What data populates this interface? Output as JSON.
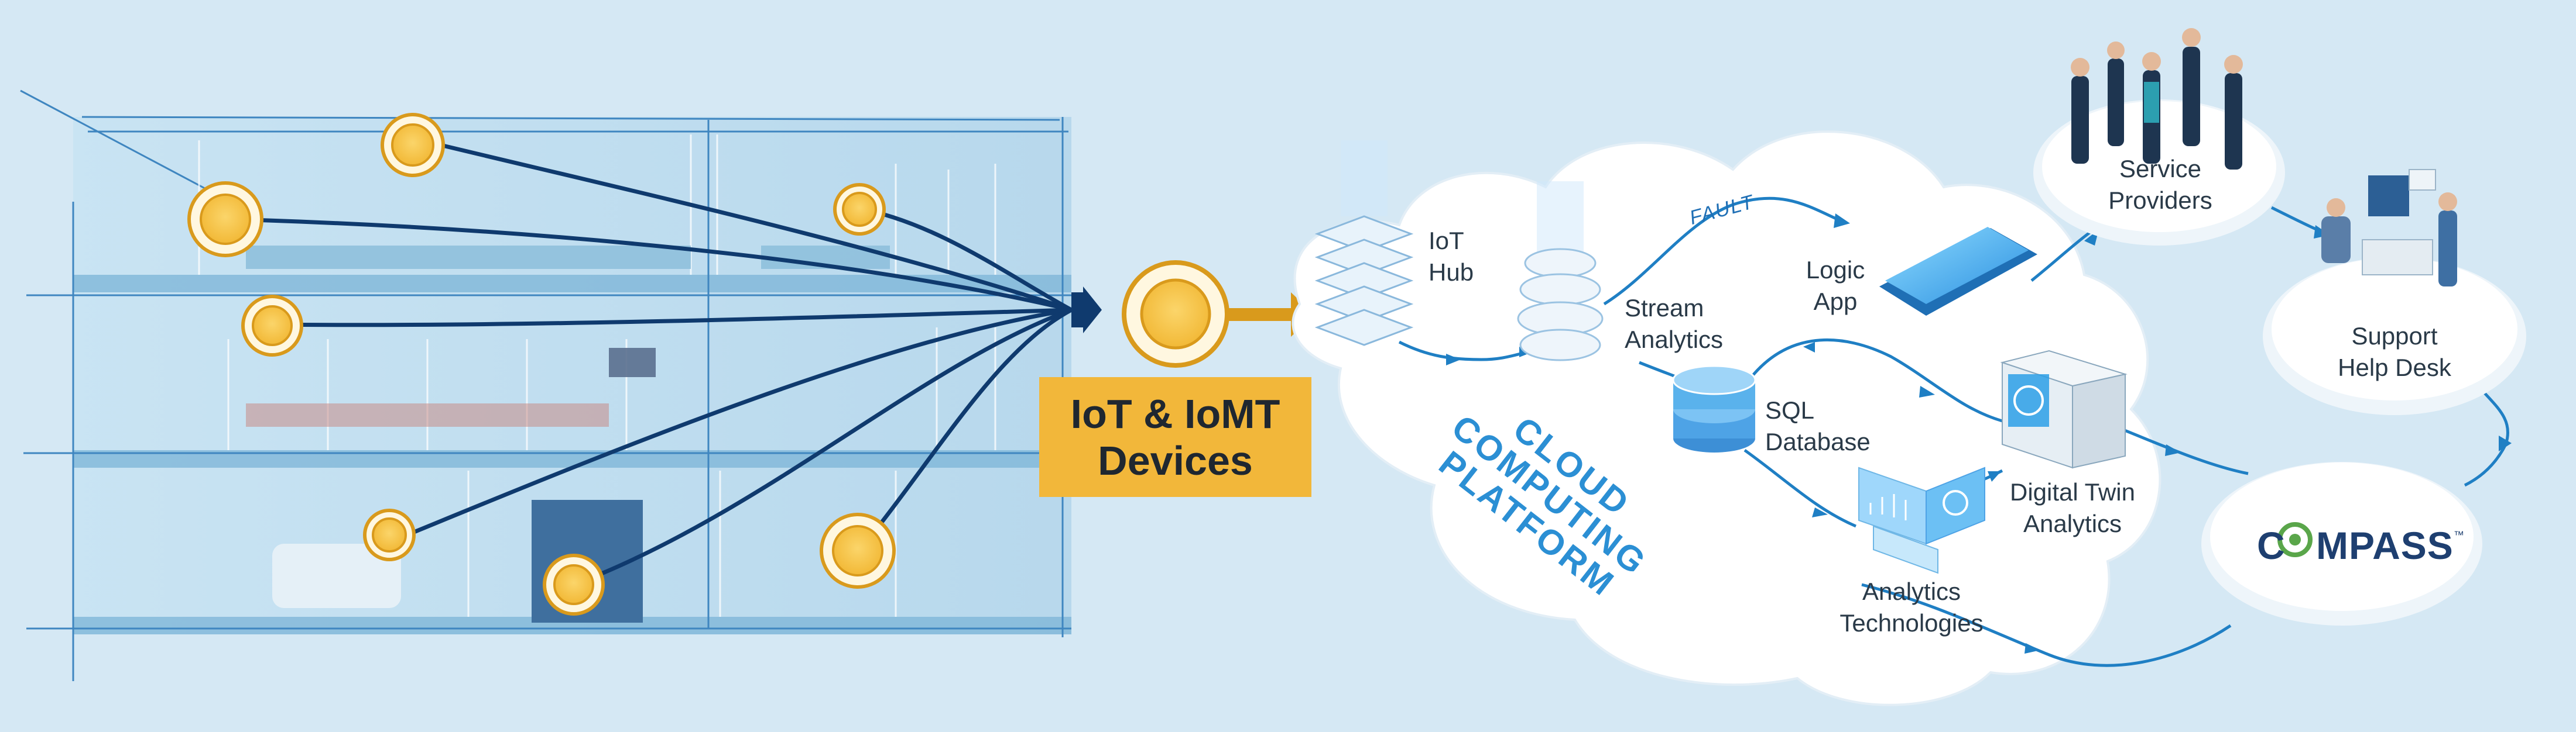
{
  "diagram": {
    "devices_label": [
      "IoT & IoMT",
      "Devices"
    ],
    "cloud_title": [
      "CLOUD",
      "COMPUTING",
      "PLATFORM"
    ],
    "fault_label": "FAULT",
    "nodes": {
      "iot_hub": [
        "IoT",
        "Hub"
      ],
      "stream_analytics": [
        "Stream",
        "Analytics"
      ],
      "logic_app": [
        "Logic",
        "App"
      ],
      "sql_database": [
        "SQL",
        "Database"
      ],
      "digital_twin": [
        "Digital Twin",
        "Analytics"
      ],
      "analytics_tech": [
        "Analytics",
        "Technologies"
      ],
      "service_providers": [
        "Service",
        "Providers"
      ],
      "support_help_desk": [
        "Support",
        "Help Desk"
      ]
    },
    "compass_logo": {
      "before": "C",
      "o": "O",
      "after": "MPASS",
      "tm": "™"
    }
  },
  "colors": {
    "background": "#d5e8f4",
    "building": "#a9d2ea",
    "device_fill": "#f5c04a",
    "device_ring": "#d99a1c",
    "dark_arrow": "#0f3a6e",
    "gold_arrow": "#d99a1c",
    "flow_arrow": "#1f7fc4",
    "devices_box": "#f2b73a",
    "cloud_text": "#2b8fd4",
    "compass_blue": "#1e3f70",
    "compass_green": "#5aa64a"
  }
}
